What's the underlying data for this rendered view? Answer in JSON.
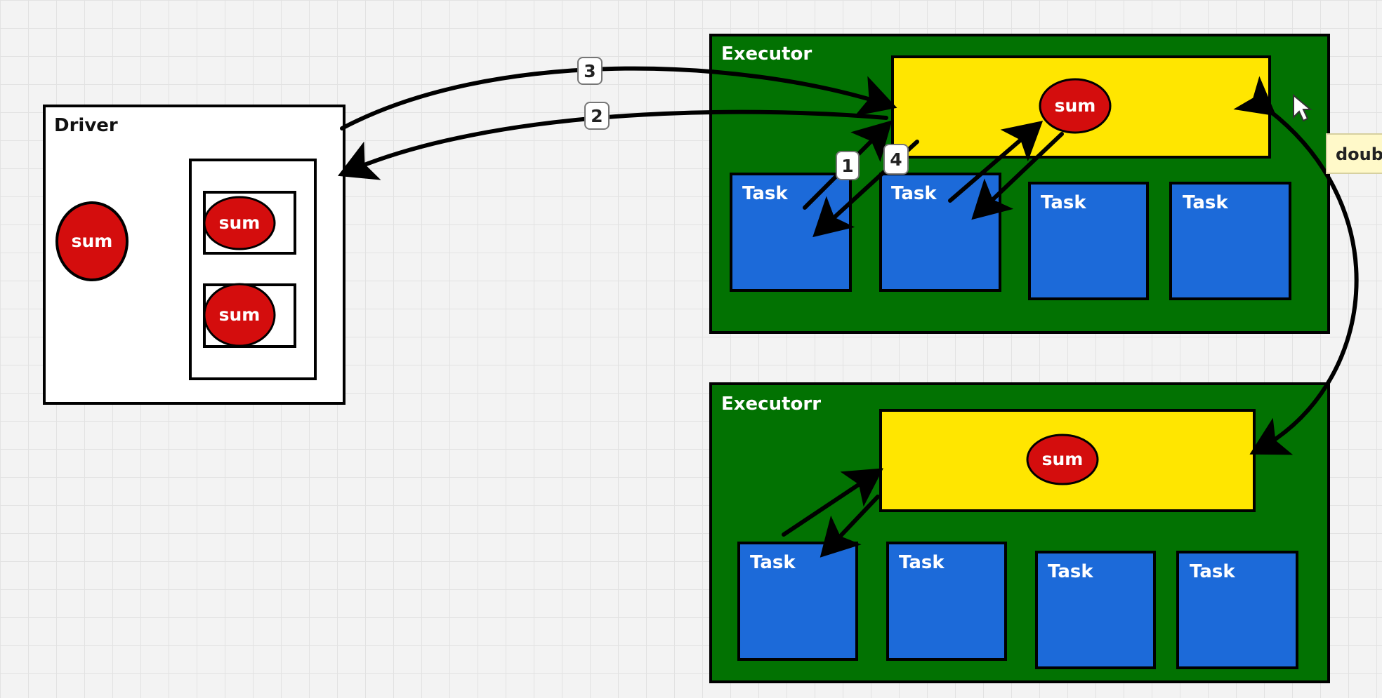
{
  "driver": {
    "label": "Driver",
    "sum_label": "sum",
    "inner_sums": [
      "sum",
      "sum"
    ]
  },
  "executors": [
    {
      "label": "Executor",
      "sum_label": "sum",
      "tasks": [
        "Task",
        "Task",
        "Task",
        "Task"
      ]
    },
    {
      "label": "Executorr",
      "sum_label": "sum",
      "tasks": [
        "Task",
        "Task",
        "Task",
        "Task"
      ]
    }
  ],
  "arrow_labels": [
    "3",
    "2",
    "1",
    "4"
  ],
  "tooltip": {
    "text": "doub"
  },
  "colors": {
    "executor_fill": "#027202",
    "accumulator_fill": "#ffe600",
    "task_fill": "#1c6ad9",
    "sum_fill": "#d40d0d",
    "tooltip_fill": "#fff9c9"
  }
}
